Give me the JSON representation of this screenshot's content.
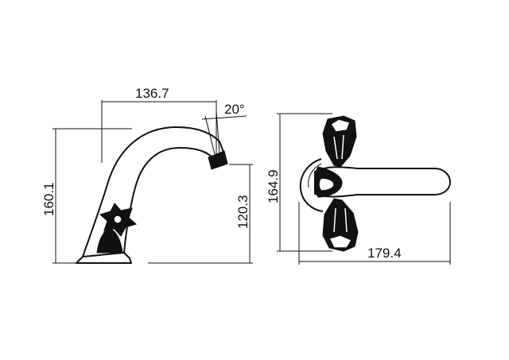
{
  "dimensions": {
    "spout_reach": "136.7",
    "spout_angle": "20°",
    "overall_height": "160.1",
    "spout_height": "120.3",
    "top_view_depth": "164.9",
    "top_view_length": "179.4"
  },
  "colors": {
    "line": "#111111",
    "background": "#ffffff"
  }
}
